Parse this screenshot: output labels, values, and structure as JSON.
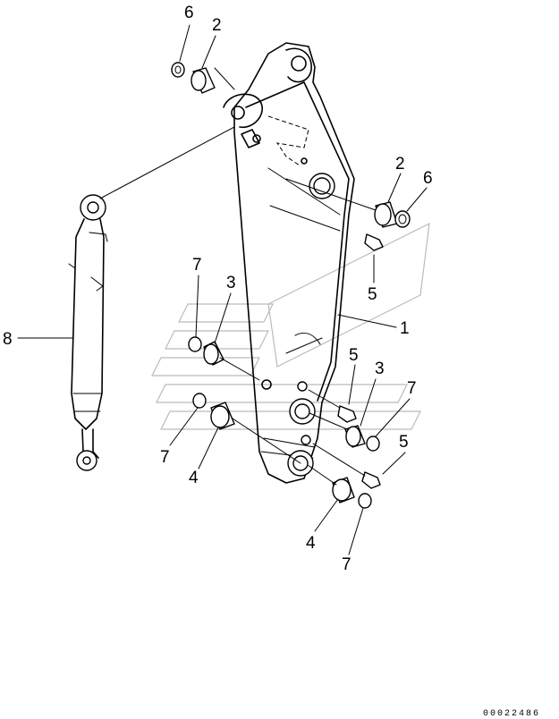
{
  "callouts": [
    {
      "id": "c1",
      "text": "6"
    },
    {
      "id": "c2",
      "text": "2"
    },
    {
      "id": "c3",
      "text": "2"
    },
    {
      "id": "c4",
      "text": "6"
    },
    {
      "id": "c5",
      "text": "7"
    },
    {
      "id": "c6",
      "text": "3"
    },
    {
      "id": "c7",
      "text": "5"
    },
    {
      "id": "c8",
      "text": "1"
    },
    {
      "id": "c9",
      "text": "8"
    },
    {
      "id": "c10",
      "text": "5"
    },
    {
      "id": "c11",
      "text": "3"
    },
    {
      "id": "c12",
      "text": "7"
    },
    {
      "id": "c13",
      "text": "5"
    },
    {
      "id": "c14",
      "text": "7"
    },
    {
      "id": "c15",
      "text": "4"
    },
    {
      "id": "c16",
      "text": "4"
    },
    {
      "id": "c17",
      "text": "7"
    }
  ],
  "drawing_number": "00022486"
}
